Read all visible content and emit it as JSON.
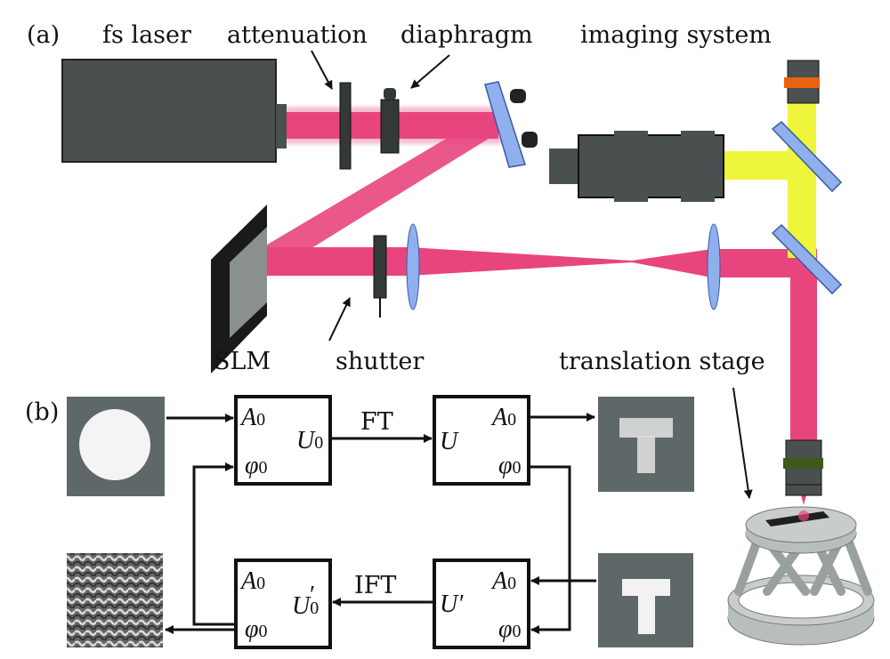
{
  "panel_a": {
    "label": "(a)",
    "labels": {
      "fs_laser": "fs laser",
      "attenuation": "attenuation",
      "diaphragm": "diaphragm",
      "imaging_system": "imaging system",
      "slm": "SLM",
      "shutter": "shutter",
      "translation_stage": "translation stage"
    },
    "colors": {
      "laser_beam": "#e8457e",
      "imaging_beam": "#eef53a",
      "device_body": "#4a5050",
      "optic_blue": "#8fb0ec",
      "filter_orange": "#e8640e",
      "filter_green": "#3d5a1c",
      "stage_gray": "#b8bebe"
    }
  },
  "panel_b": {
    "label": "(b)",
    "blocks": {
      "top_left": {
        "a": "A",
        "a_sub": "0",
        "phi": "φ",
        "phi_sub": "0",
        "u": "U",
        "u_sub": "0"
      },
      "top_right": {
        "a": "A",
        "a_sub": "0",
        "phi": "φ",
        "phi_sub": "0",
        "u": "U"
      },
      "bottom_left": {
        "a": "A",
        "a_sub": "0",
        "phi": "φ",
        "phi_sub": "0",
        "u": "U",
        "u_sub": "0",
        "u_prime": "′"
      },
      "bottom_right": {
        "a": "A",
        "a_sub": "0",
        "phi": "φ",
        "phi_sub": "0",
        "u": "U",
        "u_prime": "′"
      }
    },
    "transforms": {
      "forward": "FT",
      "inverse": "IFT"
    },
    "images": {
      "input_amplitude": "circle-aperture",
      "reconstructed": "noisy-T",
      "target": "T-pattern",
      "phase_hologram": "phase-map"
    }
  }
}
